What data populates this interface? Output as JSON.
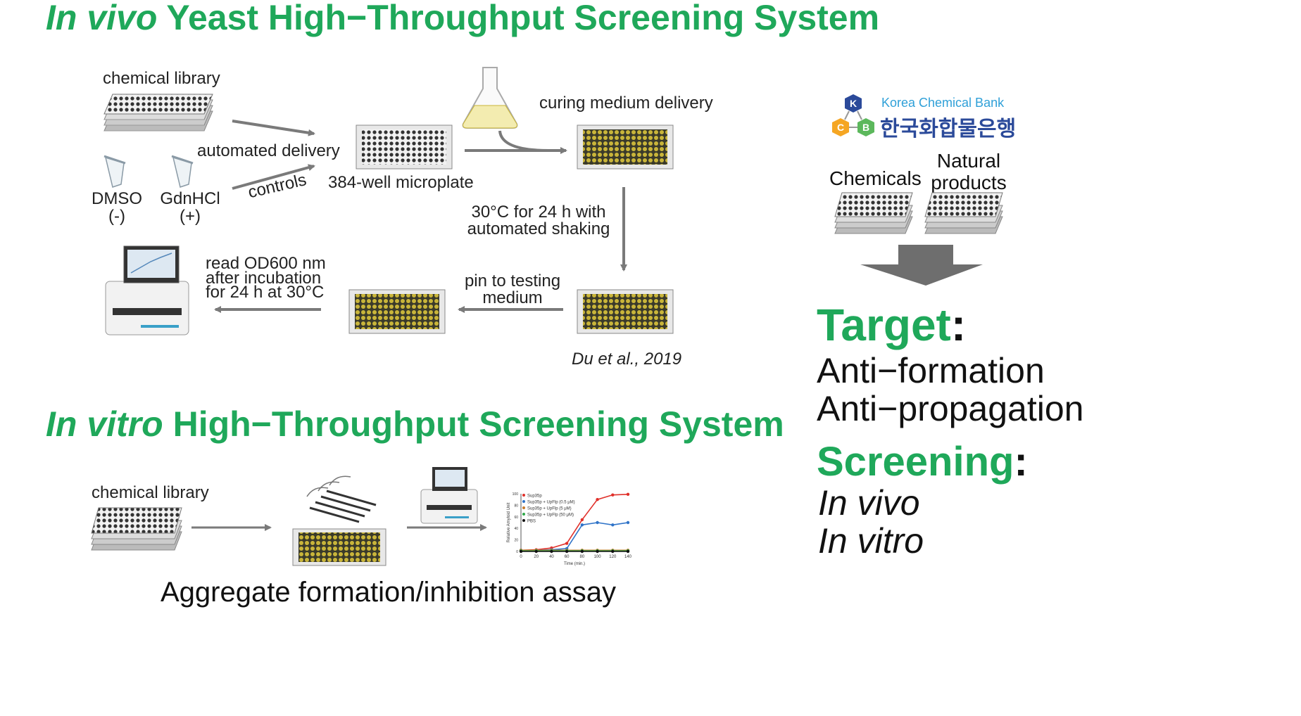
{
  "invivo_title": {
    "italic": "In vivo",
    "rest": " Yeast High−Throughput Screening System"
  },
  "invitro_title": {
    "italic": "In vitro",
    "rest": " High−Throughput Screening System"
  },
  "invivo": {
    "chemical_library": "chemical library",
    "automated_delivery": "automated delivery",
    "controls": "controls",
    "dmso": "DMSO",
    "dmso_sign": "(-)",
    "gdnhcl": "GdnHCl",
    "gdnhcl_sign": "(+)",
    "microplate": "384-well microplate",
    "curing_medium": "curing medium delivery",
    "incubation_line1": "30°C for 24 h with",
    "incubation_line2": "automated shaking",
    "pin_line1": "pin to testing",
    "pin_line2": "medium",
    "read_line1": "read OD600 nm",
    "read_line2": "after incubation",
    "read_line3": "for 24 h at 30°C",
    "citation": "Du et al., 2019"
  },
  "invitro": {
    "chemical_library": "chemical library",
    "assay_caption": "Aggregate formation/inhibition assay"
  },
  "right_panel": {
    "kcb_en": "Korea Chemical Bank",
    "kcb_ko": "한국화합물은행",
    "kcb_letters": [
      "K",
      "C",
      "B"
    ],
    "chemicals": "Chemicals",
    "natural_line1": "Natural",
    "natural_line2": "products",
    "target_label": "Target",
    "target_items": [
      "Anti−formation",
      "Anti−propagation"
    ],
    "screening_label": "Screening",
    "screening_items": [
      "In vivo",
      "In vitro"
    ]
  },
  "colors": {
    "accent_green": "#1fa85a",
    "well_yellow": "#c9b53a",
    "arrow_gray": "#7a7a7a"
  },
  "chart_data": {
    "type": "line",
    "title": "",
    "xlabel": "Time (min.)",
    "ylabel": "Relative Amyloid Unit",
    "xlim": [
      0,
      140
    ],
    "ylim": [
      0,
      100
    ],
    "x": [
      0,
      20,
      40,
      60,
      80,
      100,
      120,
      140
    ],
    "series": [
      {
        "name": "Sup35p",
        "color": "#e0302a",
        "values": [
          2,
          3,
          6,
          14,
          55,
          90,
          98,
          99
        ]
      },
      {
        "name": "Sup35p + UpFlp (0.5 μM)",
        "color": "#2f73c8",
        "values": [
          2,
          2,
          3,
          5,
          46,
          50,
          46,
          50
        ]
      },
      {
        "name": "Sup35p + UpFlp (5 μM)",
        "color": "#c87a2a",
        "values": [
          2,
          2,
          2,
          2,
          2,
          2,
          2,
          2
        ]
      },
      {
        "name": "Sup35p + UpFlp (50 μM)",
        "color": "#2fa84a",
        "values": [
          1,
          1,
          1,
          1,
          1,
          1,
          1,
          1
        ]
      },
      {
        "name": "PBS",
        "color": "#111111",
        "values": [
          0,
          0,
          0,
          0,
          0,
          0,
          0,
          0
        ]
      }
    ]
  }
}
